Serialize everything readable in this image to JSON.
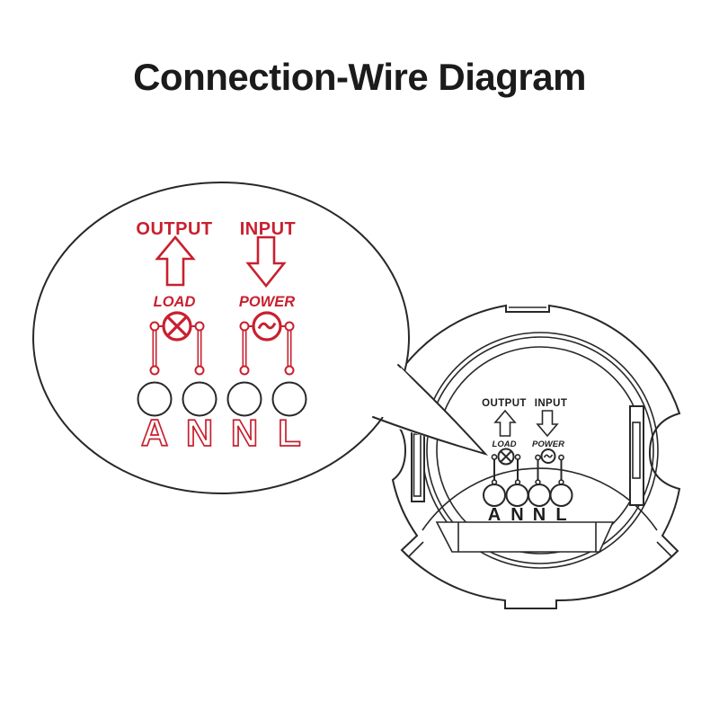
{
  "title": "Connection-Wire Diagram",
  "colors": {
    "accent_red": "#c8202f",
    "line_black": "#282828",
    "background": "#ffffff"
  },
  "callout": {
    "output_label": "OUTPUT",
    "input_label": "INPUT",
    "load_label": "LOAD",
    "power_label": "POWER",
    "terminals": [
      "A",
      "N",
      "N",
      "L"
    ]
  },
  "device": {
    "output_label": "OUTPUT",
    "input_label": "INPUT",
    "load_label": "LOAD",
    "power_label": "POWER",
    "terminals": [
      "A",
      "N",
      "N",
      "L"
    ]
  }
}
